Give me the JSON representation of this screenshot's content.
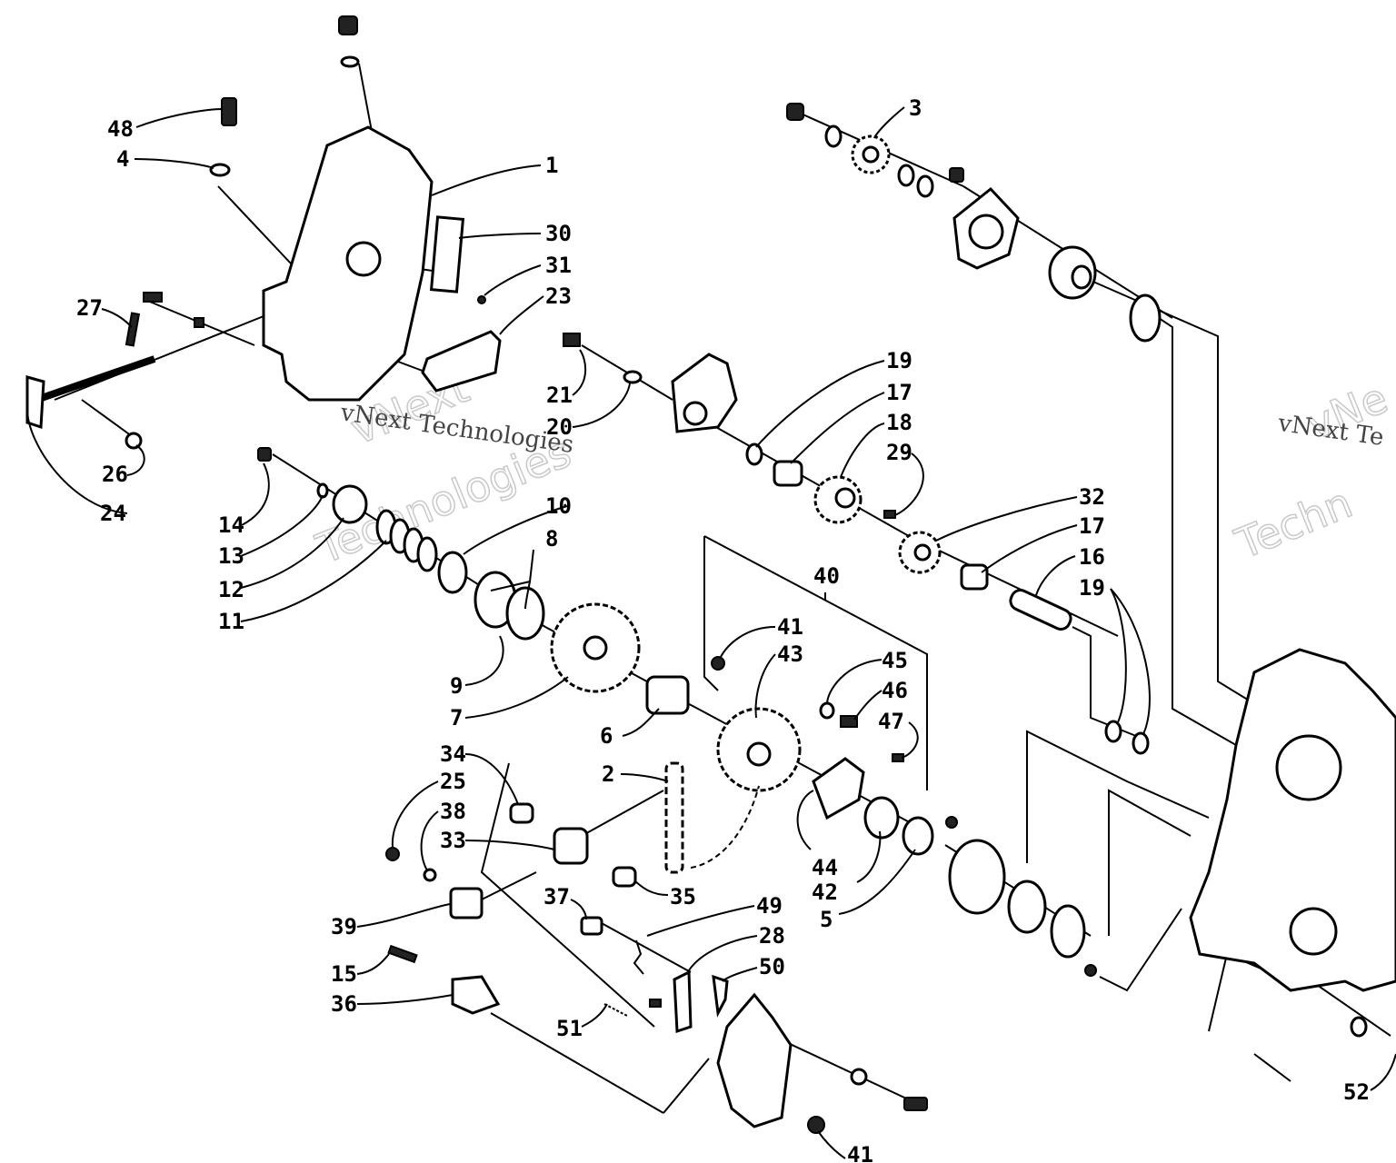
{
  "watermark": {
    "brand_outline": "vNext",
    "brand_outline_2": "Technologies",
    "caption": "vNext Technologies",
    "edge_outline": "vNe",
    "edge_outline_2": "Techn",
    "edge_caption": "vNext Te"
  },
  "callouts": [
    "1",
    "2",
    "3",
    "4",
    "5",
    "6",
    "7",
    "8",
    "9",
    "10",
    "11",
    "12",
    "13",
    "14",
    "15",
    "16",
    "17",
    "18",
    "19",
    "20",
    "21",
    "23",
    "24",
    "25",
    "26",
    "27",
    "28",
    "29",
    "30",
    "31",
    "32",
    "33",
    "34",
    "35",
    "36",
    "37",
    "38",
    "39",
    "40",
    "41",
    "42",
    "43",
    "44",
    "45",
    "46",
    "47",
    "48",
    "49",
    "50",
    "51",
    "52"
  ],
  "labels": {
    "c48": "48",
    "c4": "4",
    "c1": "1",
    "c30": "30",
    "c31": "31",
    "c23": "23",
    "c27": "27",
    "c26": "26",
    "c24": "24",
    "c21": "21",
    "c20": "20",
    "c3": "3",
    "c19a": "19",
    "c17a": "17",
    "c18": "18",
    "c29": "29",
    "c32": "32",
    "c17b": "17",
    "c16": "16",
    "c19b": "19",
    "c14": "14",
    "c13": "13",
    "c12": "12",
    "c11": "11",
    "c10": "10",
    "c8": "8",
    "c9": "9",
    "c7": "7",
    "c40": "40",
    "c41a": "41",
    "c43": "43",
    "c45": "45",
    "c46": "46",
    "c47": "47",
    "c6": "6",
    "c2": "2",
    "c34": "34",
    "c25": "25",
    "c38": "38",
    "c33": "33",
    "c35": "35",
    "c44": "44",
    "c42": "42",
    "c5": "5",
    "c37": "37",
    "c49": "49",
    "c28": "28",
    "c50": "50",
    "c39": "39",
    "c15": "15",
    "c36": "36",
    "c51": "51",
    "c41b": "41",
    "c52": "52"
  }
}
